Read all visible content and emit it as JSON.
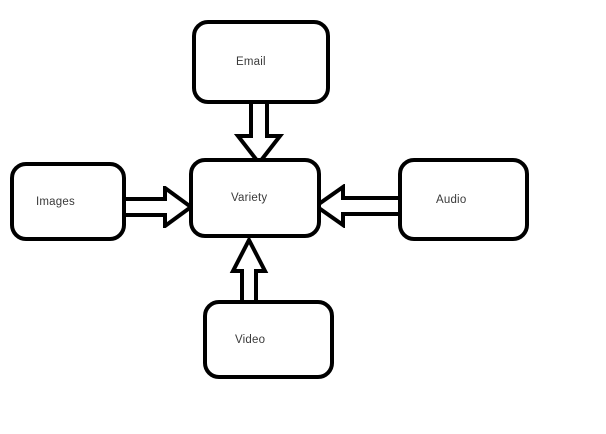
{
  "diagram": {
    "title": "Variety data sources block diagram",
    "background_color": "#ffffff",
    "outline_color": "#000000",
    "label_color": "#3a3a3a",
    "nodes": [
      {
        "id": "email",
        "label": "Email",
        "position": "top"
      },
      {
        "id": "images",
        "label": "Images",
        "position": "left"
      },
      {
        "id": "variety",
        "label": "Variety",
        "position": "center"
      },
      {
        "id": "audio",
        "label": "Audio",
        "position": "right"
      },
      {
        "id": "video",
        "label": "Video",
        "position": "bottom"
      }
    ],
    "connectors": [
      {
        "id": "email-to-variety",
        "from": "email",
        "to": "variety",
        "direction": "down",
        "style": "hollow-block-arrow"
      },
      {
        "id": "images-to-variety",
        "from": "images",
        "to": "variety",
        "direction": "right",
        "style": "hollow-block-arrow"
      },
      {
        "id": "audio-to-variety",
        "from": "audio",
        "to": "variety",
        "direction": "left",
        "style": "hollow-block-arrow"
      },
      {
        "id": "video-to-variety",
        "from": "video",
        "to": "variety",
        "direction": "up",
        "style": "hollow-block-arrow"
      }
    ]
  }
}
